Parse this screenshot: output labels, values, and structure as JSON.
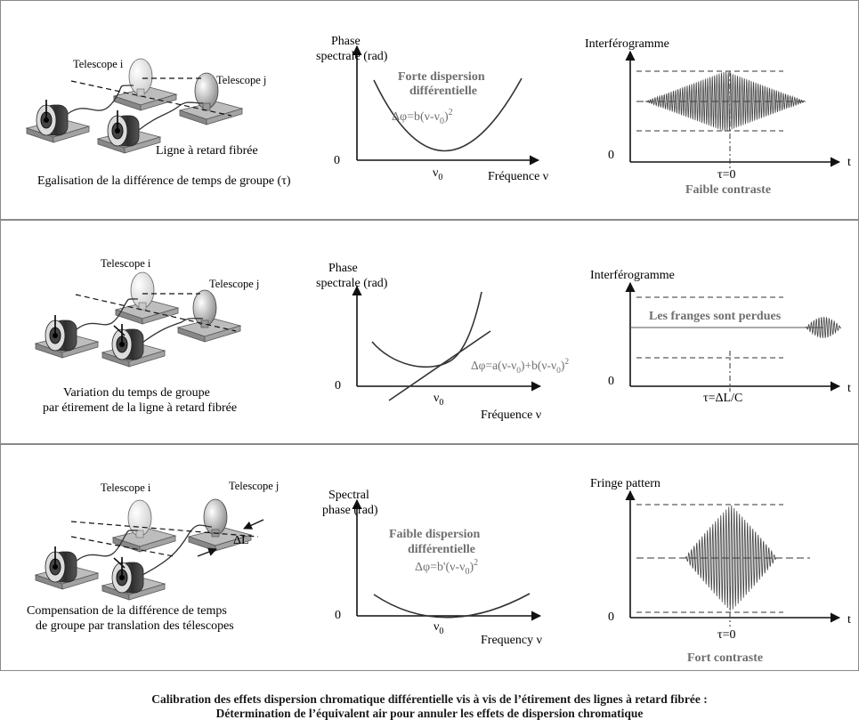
{
  "panels": [
    {
      "setup": {
        "telescope_i": "Telescope i",
        "telescope_j": "Telescope j",
        "fiber_label": "Ligne à retard fibrée",
        "caption_lines": [
          "Egalisation de la différence de temps de groupe (τ)"
        ]
      },
      "phase_plot": {
        "ylabel_lines": [
          "Phase",
          "spectrale (rad)"
        ],
        "xlabel": "Fréquence ν",
        "origin": "0",
        "nu0": "ν",
        "nu0_sub": "0",
        "title_lines": [
          "Forte dispersion",
          "différentielle"
        ],
        "formula": "Δφ=b(ν-ν",
        "formula_sub": "0",
        "formula_end": ")",
        "formula_sup": "2"
      },
      "fringe_plot": {
        "ylabel": "Interférogramme",
        "xlabel": "t",
        "origin": "0",
        "tau_label": "τ=0",
        "contrast_label": "Faible contraste"
      }
    },
    {
      "setup": {
        "telescope_i": "Telescope i",
        "telescope_j": "Telescope j",
        "caption_lines": [
          "Variation du temps de groupe",
          "par étirement de la ligne à retard fibrée"
        ]
      },
      "phase_plot": {
        "ylabel_lines": [
          "Phase",
          "spectrale (rad)"
        ],
        "xlabel": "Fréquence ν",
        "origin": "0",
        "nu0": "ν",
        "nu0_sub": "0",
        "formula_parts": [
          "Δφ=a(ν-ν",
          "0",
          ")+b(ν-ν",
          "0",
          ")",
          "2"
        ]
      },
      "fringe_plot": {
        "ylabel": "Interférogramme",
        "xlabel": "t",
        "origin": "0",
        "tau_label": "τ=ΔL/C",
        "lost_label": "Les franges sont perdues"
      }
    },
    {
      "setup": {
        "telescope_i": "Telescope i",
        "telescope_j": "Telescope j",
        "delta_label": "ΔL",
        "caption_lines": [
          "Compensation de la différence de temps",
          "de groupe par translation des télescopes"
        ]
      },
      "phase_plot": {
        "ylabel_lines": [
          "Spectral",
          "phase (rad)"
        ],
        "xlabel": "Frequency ν",
        "origin": "0",
        "nu0": "ν",
        "nu0_sub": "0",
        "title_lines": [
          "Faible dispersion",
          "différentielle"
        ],
        "formula": "Δφ=b'(ν-ν",
        "formula_sub": "0",
        "formula_end": ")",
        "formula_sup": "2"
      },
      "fringe_plot": {
        "ylabel": "Fringe pattern",
        "xlabel": "t",
        "origin": "0",
        "tau_label": "τ=0",
        "contrast_label": "Fort contraste"
      }
    }
  ],
  "footer": {
    "line1": "Calibration des effets dispersion chromatique différentielle vis à vis de l’étirement des lignes à retard fibrée :",
    "line2": "Détermination de l’équivalent air pour annuler les effets de dispersion chromatique"
  }
}
